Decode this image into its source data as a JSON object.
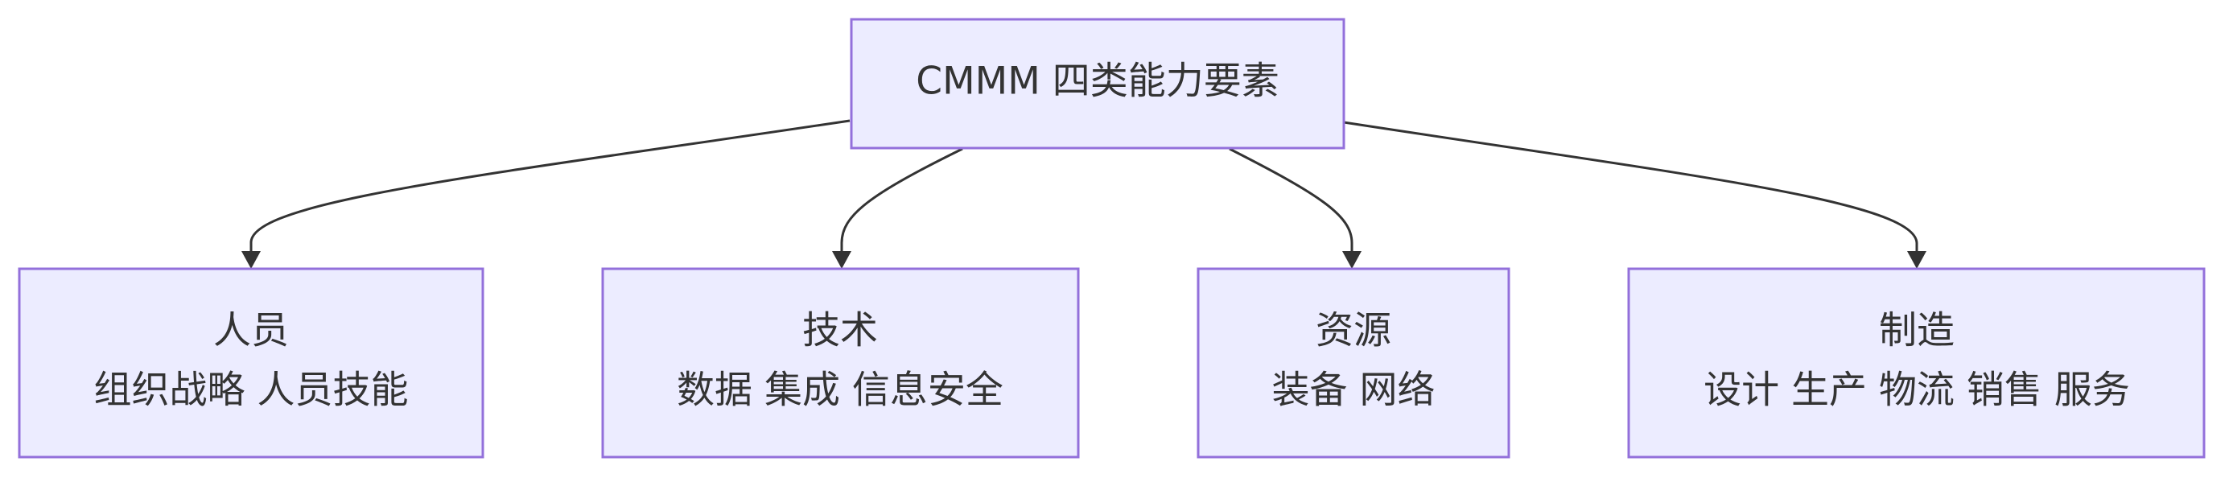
{
  "root": {
    "label": "CMMM 四类能力要素"
  },
  "children": [
    {
      "title": "人员",
      "items": "组织战略 人员技能"
    },
    {
      "title": "技术",
      "items": "数据 集成 信息安全"
    },
    {
      "title": "资源",
      "items": "装备 网络"
    },
    {
      "title": "制造",
      "items": "设计 生产 物流 销售 服务"
    }
  ],
  "colors": {
    "node_fill": "#ECECFF",
    "node_stroke": "#9370DB",
    "edge": "#333333",
    "text": "#333333"
  }
}
